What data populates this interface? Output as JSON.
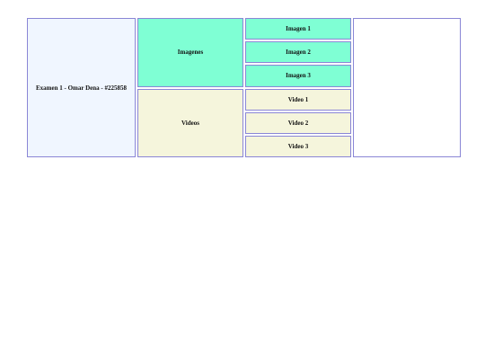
{
  "header": {
    "title": "Examen 1 - Omar Dena - #225858"
  },
  "sections": [
    {
      "label": "Imagenes"
    },
    {
      "label": "Videos"
    }
  ],
  "image_items": [
    {
      "label": "Imagen 1"
    },
    {
      "label": "Imagen 2"
    },
    {
      "label": "Imagen 3"
    }
  ],
  "video_items": [
    {
      "label": "Video 1"
    },
    {
      "label": "Video 2"
    },
    {
      "label": "Video 3"
    }
  ],
  "colors": {
    "images_bg": "#7fffd4",
    "videos_bg": "#f5f5dc",
    "title_bg": "#f0f6ff",
    "border": "#8a86d6"
  }
}
